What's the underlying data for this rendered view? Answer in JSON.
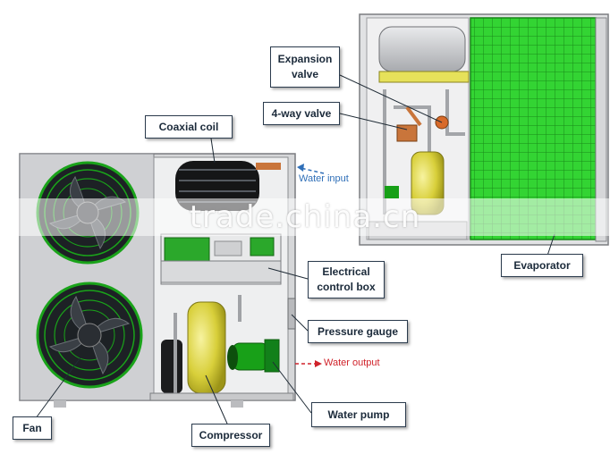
{
  "labels": {
    "expansion_valve_line1": "Expansion",
    "expansion_valve_line2": "valve",
    "four_way_valve": "4-way valve",
    "coaxial_coil": "Coaxial coil",
    "electrical_line1": "Electrical",
    "electrical_line2": "control  box",
    "pressure_gauge": "Pressure gauge",
    "water_pump": "Water pump",
    "evaporator": "Evaporator",
    "compressor": "Compressor",
    "fan": "Fan"
  },
  "flows": {
    "water_input": "Water input",
    "water_output": "Water output"
  },
  "colors": {
    "water_input_arrow": "#2f6fb8",
    "water_output_arrow": "#d0222a",
    "evaporator_green": "#2fd12f",
    "casing_grey": "#d9dadc",
    "label_border": "#2b3b4d"
  },
  "watermark": "trade.china.cn"
}
